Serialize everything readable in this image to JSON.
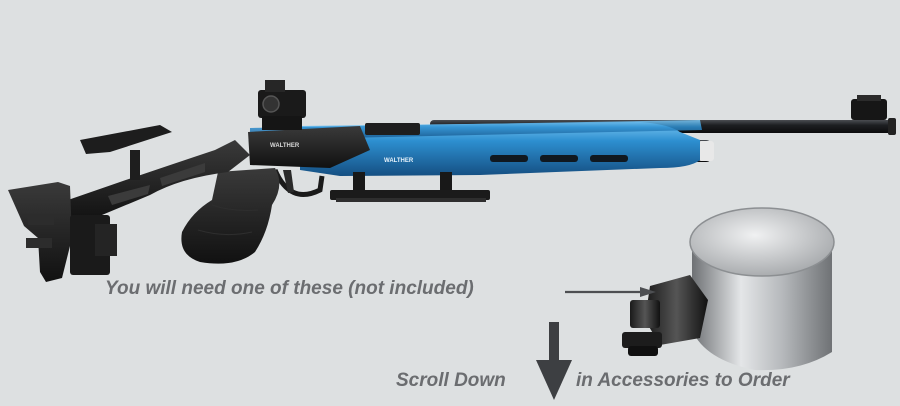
{
  "captions": {
    "need_one": "You will need one of these (not included)",
    "scroll_down": "Scroll Down",
    "in_accessories": "in Accessories to Order"
  },
  "product_mark": {
    "receiver_logo": "WALTHER",
    "fore_end_logo": "WALTHER"
  },
  "colors": {
    "background": "#dde0e1",
    "barrel_blue": "#2d8fd0",
    "stock_black": "#1c1c1c",
    "caption_gray": "#6b6d70",
    "cylinder_silver": "#b9bcbf"
  },
  "icons": {
    "pointer_arrow": "arrow-right-icon",
    "scroll_arrow": "arrow-down-icon"
  }
}
